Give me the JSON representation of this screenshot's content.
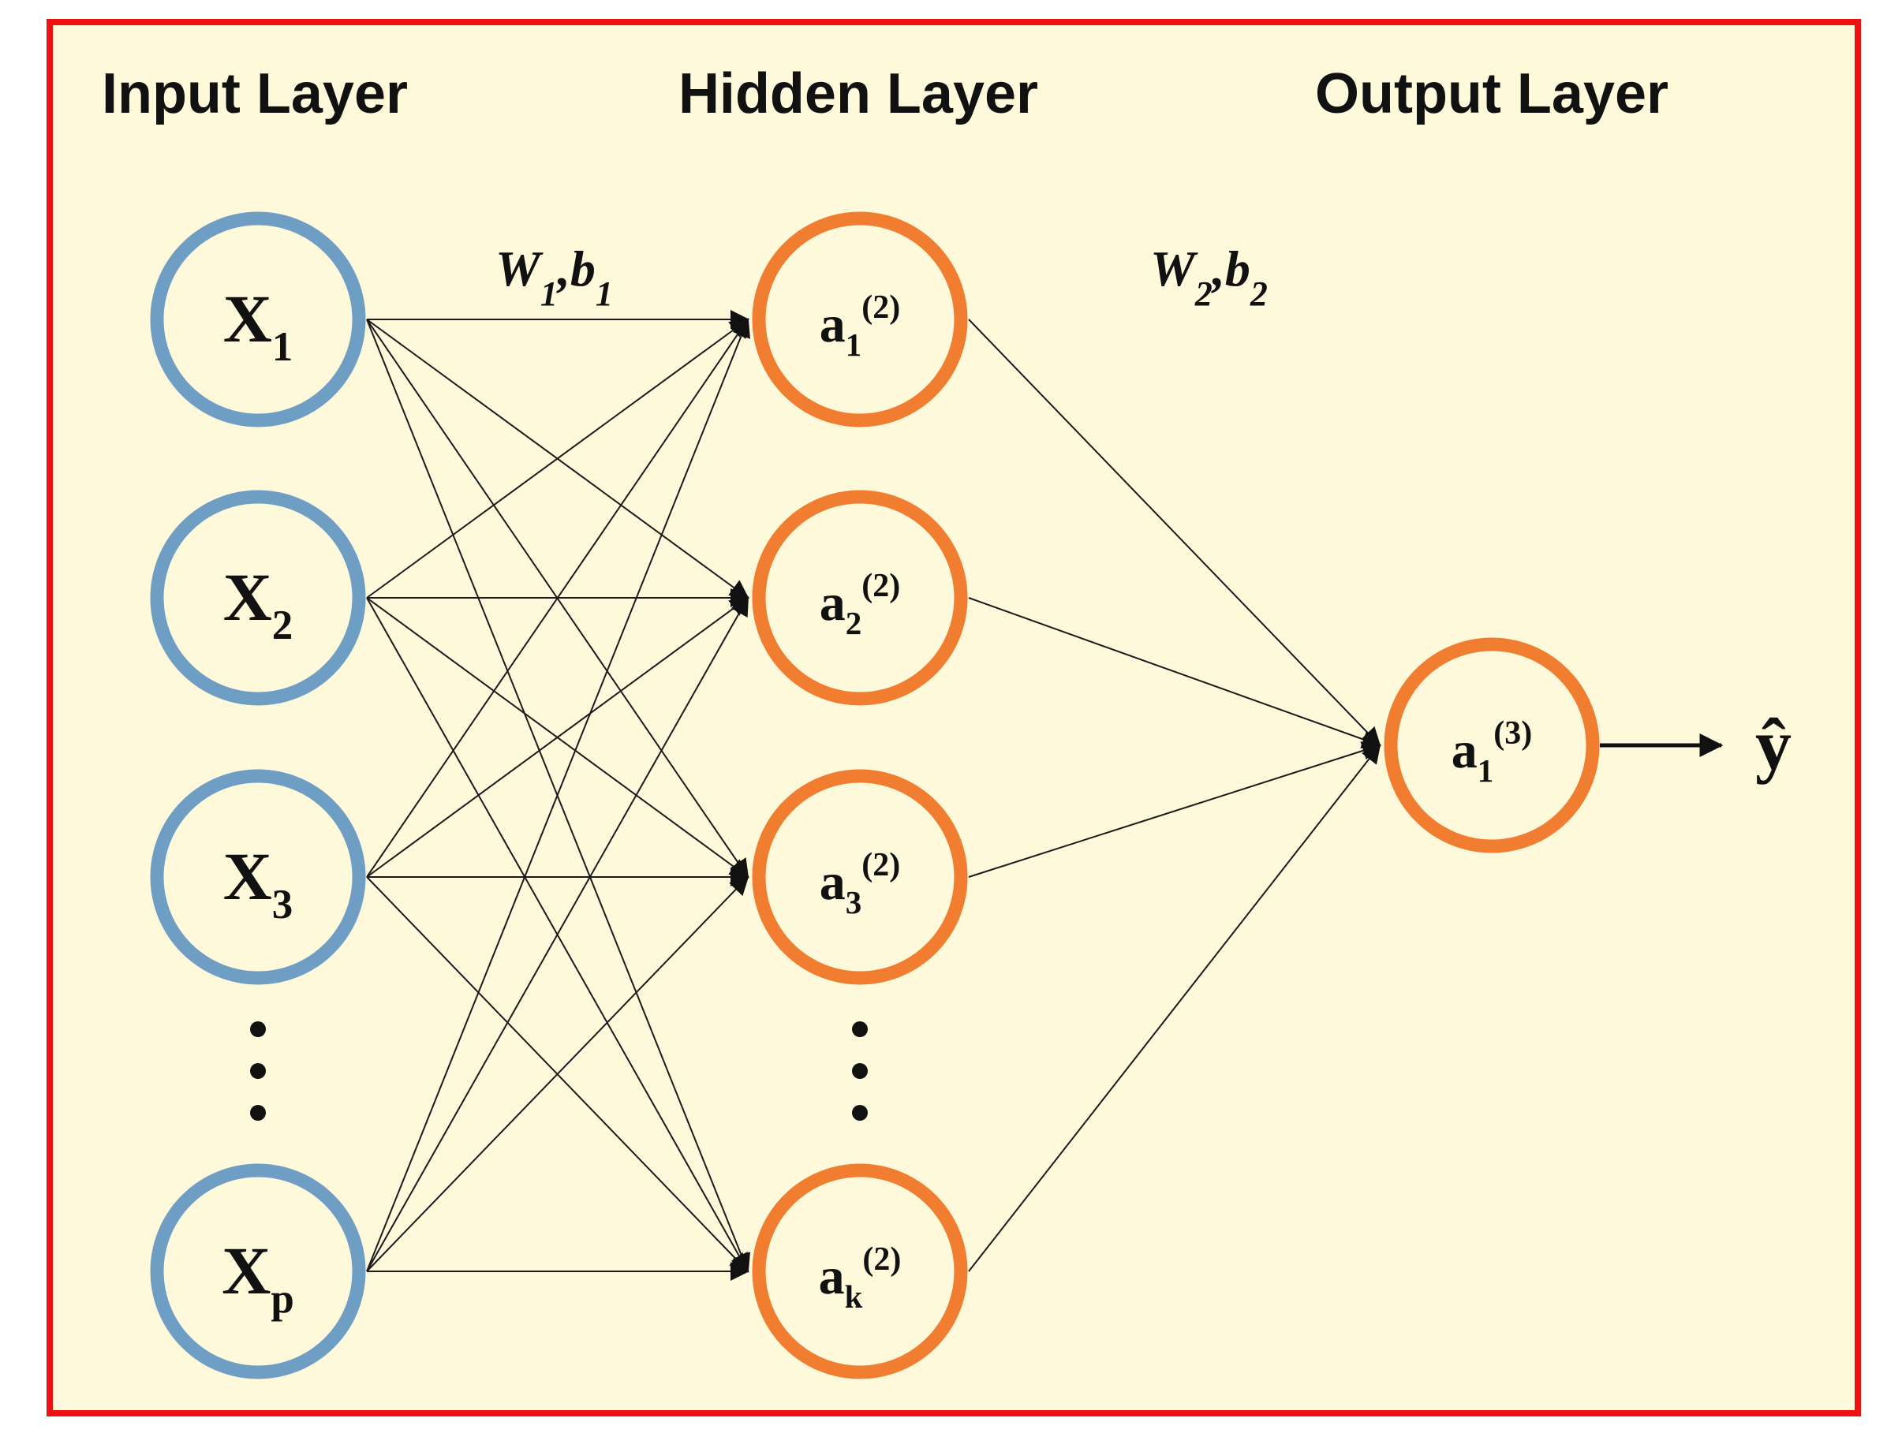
{
  "colors": {
    "frame": "#ee1111",
    "background": "#fff9dc",
    "input_node": "#6f9ec4",
    "hidden_node": "#f07d30",
    "output_node": "#f07d30",
    "edge": "#1a1a1a",
    "text": "#111111"
  },
  "headers": {
    "input": "Input Layer",
    "hidden": "Hidden Layer",
    "output": "Output Layer"
  },
  "params": {
    "layer1": {
      "w": "W",
      "w_sub": "1",
      "sep": ",",
      "b": "b",
      "b_sub": "1"
    },
    "layer2": {
      "w": "W",
      "w_sub": "2",
      "sep": ",",
      "b": "b",
      "b_sub": "2"
    }
  },
  "input_nodes": [
    {
      "base": "X",
      "sub": "1"
    },
    {
      "base": "X",
      "sub": "2"
    },
    {
      "base": "X",
      "sub": "3"
    },
    {
      "base": "X",
      "sub": "p"
    }
  ],
  "hidden_nodes": [
    {
      "base": "a",
      "sub": "1",
      "sup": "(2)"
    },
    {
      "base": "a",
      "sub": "2",
      "sup": "(2)"
    },
    {
      "base": "a",
      "sub": "3",
      "sup": "(2)"
    },
    {
      "base": "a",
      "sub": "k",
      "sup": "(2)"
    }
  ],
  "output_nodes": [
    {
      "base": "a",
      "sub": "1",
      "sup": "(3)"
    }
  ],
  "output_symbol": "ŷ",
  "ellipsis_icon": "vertical-ellipsis-icon",
  "arrow_icon": "arrow-right-icon"
}
